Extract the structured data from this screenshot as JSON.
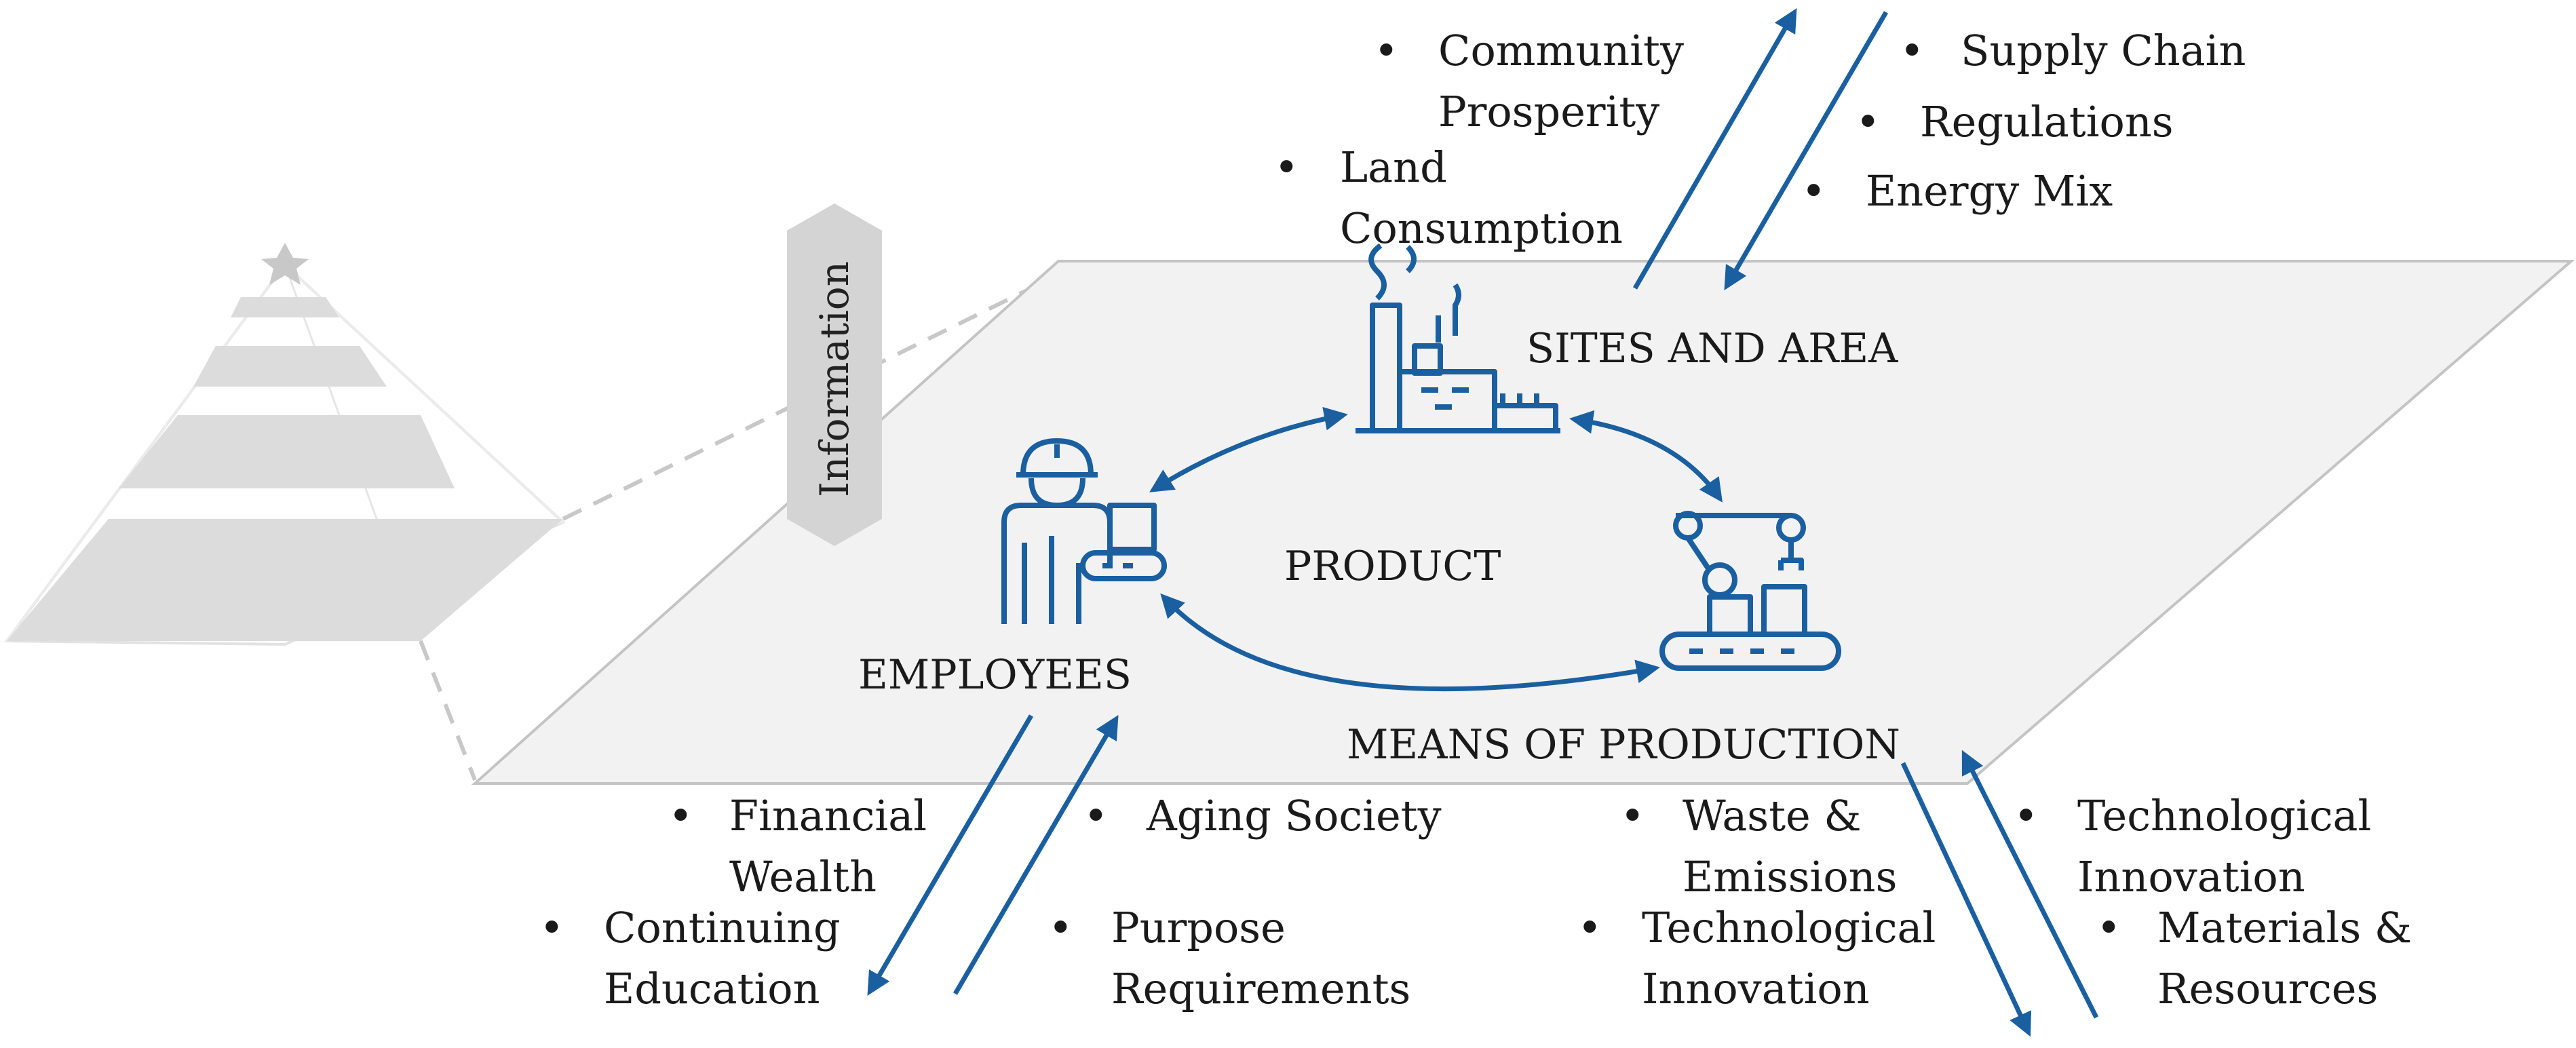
{
  "information_label": "Information",
  "center": {
    "product": "PRODUCT",
    "sites": "SITES AND AREA",
    "employees": "EMPLOYEES",
    "means": "MEANS OF PRODUCTION"
  },
  "top_left_items": [
    [
      "Community",
      "Prosperity"
    ],
    [
      "Land",
      "Consumption"
    ]
  ],
  "top_right_items": [
    "Supply Chain",
    "Regulations",
    "Energy Mix"
  ],
  "bottom_left_out": [
    [
      "Financial",
      "Wealth"
    ],
    [
      "Continuing",
      "Education"
    ]
  ],
  "bottom_left_in": [
    [
      "Aging Society",
      ""
    ],
    [
      "Purpose",
      "Requirements"
    ]
  ],
  "bottom_right_out": [
    [
      "Waste &",
      "Emissions"
    ],
    [
      "Technological",
      "Innovation"
    ]
  ],
  "bottom_right_in": [
    [
      "Technological",
      "Innovation"
    ],
    [
      "Materials &",
      "Resources"
    ]
  ],
  "colors": {
    "arrow": "#1a5fa0",
    "icon": "#1a5fa0",
    "plane": "#f2f2f2",
    "plane_stroke": "#c8c8c8",
    "pyramid": "#dcdcdc"
  }
}
